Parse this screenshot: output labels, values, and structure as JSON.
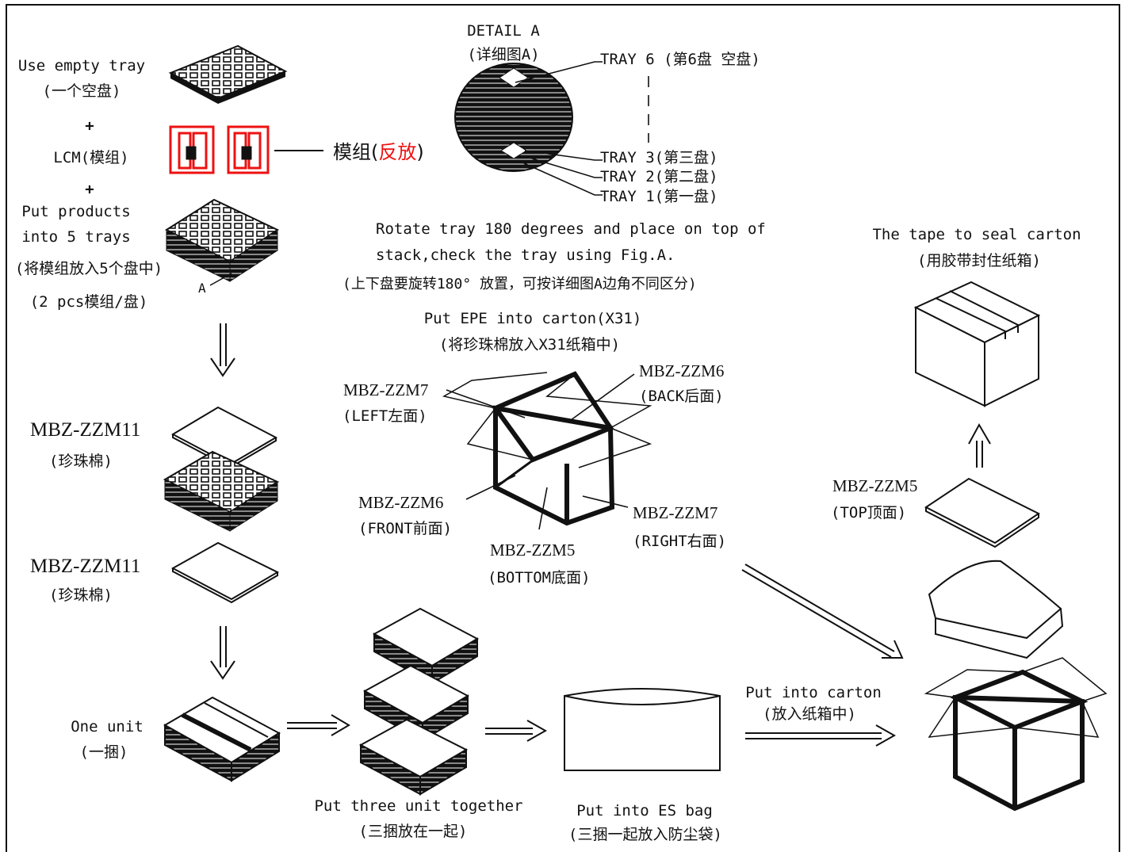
{
  "colors": {
    "ink": "#111111",
    "accent_red": "#e11111"
  },
  "step_tray": {
    "en": "Use empty tray",
    "cn": "(一个空盘)"
  },
  "plus_sign": "+",
  "step_lcm": {
    "en": "LCM(模组)"
  },
  "module_note": {
    "prefix": "模组(",
    "red": "反放",
    "suffix": ")"
  },
  "step_products": {
    "line1": "Put products",
    "line2": "into 5 trays",
    "cn1": "(将模组放入5个盘中)",
    "cn2": "(2 pcs模组/盘)",
    "label_a": "A"
  },
  "detail": {
    "title": "DETAIL A",
    "title_cn": "(详细图A)",
    "tray6": "TRAY 6  (第6盘 空盘)",
    "tray3": "TRAY 3(第三盘)",
    "tray2": "TRAY 2(第二盘)",
    "tray1": "TRAY 1(第一盘)"
  },
  "rotate_note": {
    "line1": "Rotate tray 180 degrees and place on top of",
    "line2": "stack,check the tray using Fig.A.",
    "cn": "(上下盘要旋转180° 放置，可按详细图A边角不同区分)"
  },
  "epe": {
    "en": "Put EPE into  carton(X31)",
    "cn": "(将珍珠棉放入X31纸箱中)"
  },
  "epe_parts": {
    "left": {
      "code": "MBZ-ZZM7",
      "cn": "(LEFT左面)"
    },
    "back": {
      "code": "MBZ-ZZM6",
      "cn": "(BACK后面)"
    },
    "front": {
      "code": "MBZ-ZZM6",
      "cn": "(FRONT前面)"
    },
    "right": {
      "code": "MBZ-ZZM7",
      "cn": "(RIGHT右面)"
    },
    "bottom": {
      "code": "MBZ-ZZM5",
      "cn": "(BOTTOM底面)"
    }
  },
  "foam_top": {
    "code": "MBZ-ZZM11",
    "cn": "(珍珠棉)"
  },
  "foam_bottom": {
    "code": "MBZ-ZZM11",
    "cn": "(珍珠棉)"
  },
  "one_unit": {
    "en": "One unit",
    "cn": "(一捆)"
  },
  "three_units": {
    "en": "Put three unit together",
    "cn": "(三捆放在一起)"
  },
  "es_bag": {
    "en": "Put into ES bag",
    "cn": "(三捆一起放入防尘袋)"
  },
  "into_carton": {
    "en": "Put into carton",
    "cn": "(放入纸箱中)"
  },
  "top_pad": {
    "code": "MBZ-ZZM5",
    "cn": "(TOP顶面)"
  },
  "seal": {
    "en": "The tape to seal carton",
    "cn": "(用胶带封住纸箱)"
  }
}
